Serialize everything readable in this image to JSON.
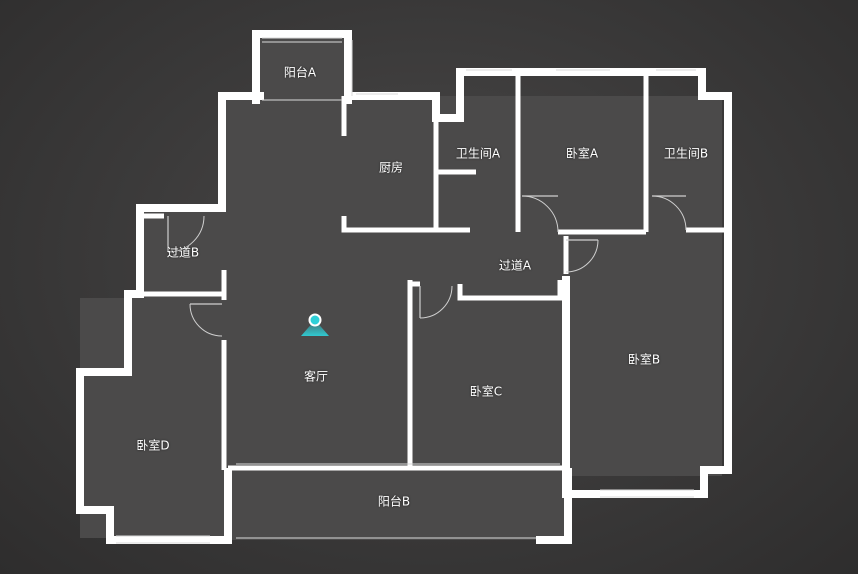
{
  "rooms": {
    "balcony_a": "阳台A",
    "kitchen": "厨房",
    "bathroom_a": "卫生间A",
    "bedroom_a": "卧室A",
    "bathroom_b": "卫生间B",
    "hallway_b": "过道B",
    "hallway_a": "过道A",
    "living_room": "客厅",
    "bedroom_c": "卧室C",
    "bedroom_b": "卧室B",
    "bedroom_d": "卧室D",
    "balcony_b": "阳台B"
  },
  "colors": {
    "wall": "#ffffff",
    "marker": "#2fd0d8",
    "background": "#3a3939"
  },
  "icons": {
    "viewpoint": "camera-position-icon"
  }
}
